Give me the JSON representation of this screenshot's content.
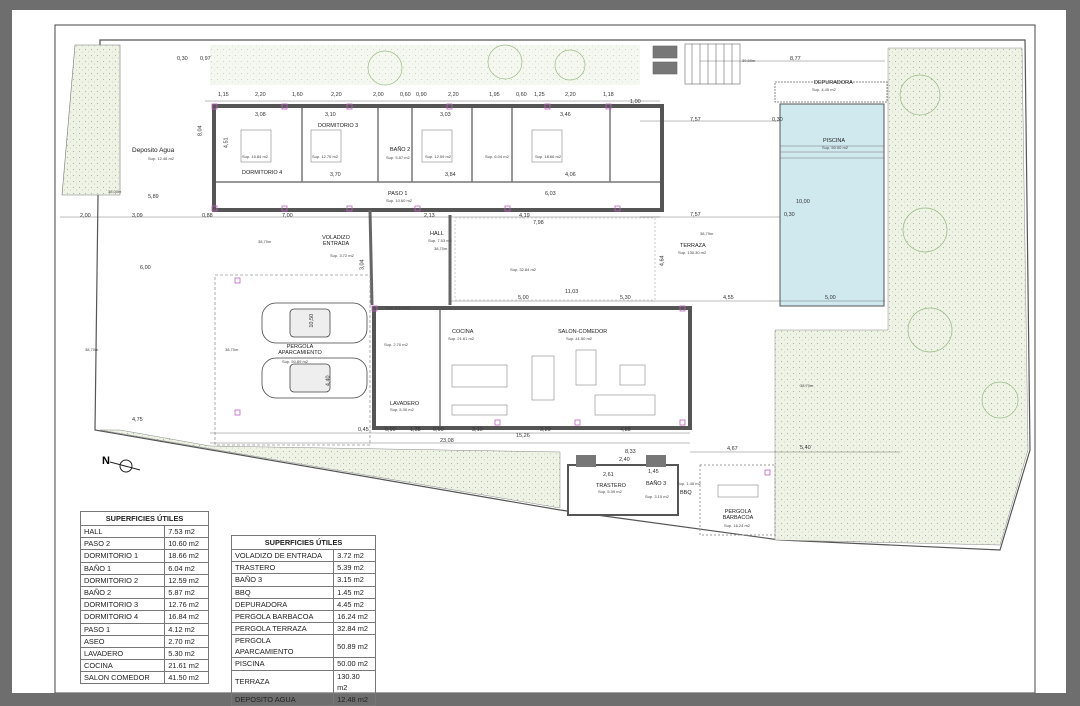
{
  "rooms": [
    {
      "name": "Deposito Agua",
      "area": "Sup. 12.48 m2"
    },
    {
      "name": "DORMITORIO 3",
      "area": "Sup. 12.76 m2"
    },
    {
      "name": "DORMITORIO 4",
      "area": "Sup. 16.84 m2"
    },
    {
      "name": "BAÑO 2",
      "area": "Sup. 5.87 m2"
    },
    {
      "name": "",
      "area": "Sup. 12.59 m2"
    },
    {
      "name": "",
      "area": "Sup. 6.04 m2"
    },
    {
      "name": "",
      "area": "Sup. 18.66 m2"
    },
    {
      "name": "PASO 1",
      "area": "Sup. 10.60 m2"
    },
    {
      "name": "HALL",
      "area": "Sup. 7.53 m2"
    },
    {
      "name": "VOLADIZO ENTRADA",
      "area": "Sup. 3.72 m2"
    },
    {
      "name": "",
      "area": "Sup. 32.84 m2"
    },
    {
      "name": "TERRAZA",
      "area": "Sup. 130.30 m2"
    },
    {
      "name": "PISCINA",
      "area": "Sup. 50.00 m2"
    },
    {
      "name": "DEPURADORA",
      "area": "Sup. 4.45 m2"
    },
    {
      "name": "PERGOLA APARCAMIENTO",
      "area": "Sup. 50.89 m2"
    },
    {
      "name": "COCINA",
      "area": "Sup. 21.61 m2"
    },
    {
      "name": "SALON-COMEDOR",
      "area": "Sup. 41.50 m2"
    },
    {
      "name": "LAVADERO",
      "area": "Sup. 5.30 m2"
    },
    {
      "name": "",
      "area": "Sup. 2.70 m2"
    },
    {
      "name": "",
      "area": "Sup. 4.12 m2"
    },
    {
      "name": "TRASTERO",
      "area": "Sup. 5.39 m2"
    },
    {
      "name": "BAÑO 3",
      "area": "Sup. 3.15 m2"
    },
    {
      "name": "BBQ",
      "area": "Sup. 1.45 m2"
    },
    {
      "name": "PERGOLA BARBACOA",
      "area": "Sup. 16.24 m2"
    }
  ],
  "dimensions_top": [
    "1,15",
    "2,20",
    "1,60",
    "2,20",
    "2,00",
    "0,60",
    "0,90",
    "2,20",
    "1,95",
    "0,60",
    "1,25",
    "2,20",
    "1,18"
  ],
  "dimensions": [
    "0,30",
    "0,97",
    "1,00",
    "8,77",
    "7,57",
    "0,30",
    "7,57",
    "0,30",
    "10,00",
    "5,00",
    "4,55",
    "11,03",
    "5,00",
    "5,30",
    "7,00",
    "2,13",
    "4,19",
    "7,98",
    "6,03",
    "23,08",
    "15,26",
    "0,90",
    "1,38",
    "0,90",
    "3,10",
    "3,20",
    "4,88",
    "4,67",
    "8,33",
    "2,40",
    "2,61",
    "1,45",
    "4,75",
    "6,00",
    "2,00",
    "3,09",
    "5,89",
    "0,88",
    "3,08",
    "3,10",
    "3,03",
    "3,46",
    "3,70",
    "3,84",
    "4,06",
    "4,51",
    "8,04",
    "3,04",
    "4,64",
    "10,50",
    "4,40",
    "5,40",
    "0,45"
  ],
  "levels": [
    "38,70m",
    "38,70m",
    "38,79m",
    "39,50m",
    "38,70m",
    "38,70m",
    "38,00m",
    "38,70m"
  ],
  "north": "N",
  "tables": [
    {
      "title": "SUPERFICIES ÚTILES",
      "rows": [
        [
          "HALL",
          "7.53 m2"
        ],
        [
          "PASO 2",
          "10.60 m2"
        ],
        [
          "DORMITORIO 1",
          "18.66 m2"
        ],
        [
          "BAÑO 1",
          "6.04 m2"
        ],
        [
          "DORMITORIO 2",
          "12.59 m2"
        ],
        [
          "BAÑO 2",
          "5.87 m2"
        ],
        [
          "DORMITORIO 3",
          "12.76 m2"
        ],
        [
          "DORMITORIO 4",
          "16.84 m2"
        ],
        [
          "PASO 1",
          "4.12 m2"
        ],
        [
          "ASEO",
          "2.70 m2"
        ],
        [
          "LAVADERO",
          "5.30 m2"
        ],
        [
          "COCINA",
          "21.61 m2"
        ],
        [
          "SALON COMEDOR",
          "41.50 m2"
        ]
      ]
    },
    {
      "title": "SUPERFICIES ÚTILES",
      "rows": [
        [
          "VOLADIZO DE ENTRADA",
          "3.72 m2"
        ],
        [
          "TRASTERO",
          "5.39 m2"
        ],
        [
          "BAÑO 3",
          "3.15 m2"
        ],
        [
          "BBQ",
          "1.45 m2"
        ],
        [
          "DEPURADORA",
          "4.45 m2"
        ],
        [
          "PERGOLA BARBACOA",
          "16.24 m2"
        ],
        [
          "PERGOLA TERRAZA",
          "32.84 m2"
        ],
        [
          "PERGOLA APARCAMIENTO",
          "50.89 m2"
        ],
        [
          "PISCINA",
          "50.00 m2"
        ],
        [
          "TERRAZA",
          "130.30 m2"
        ],
        [
          "DEPOSITO AGUA",
          "12.48 m2"
        ]
      ]
    }
  ],
  "colors": {
    "frame": "#6e6e6e",
    "garden": "#e6eedb",
    "pool": "#cfe9ef",
    "wall": "#d6d6d6",
    "marker": "#c060c0"
  }
}
